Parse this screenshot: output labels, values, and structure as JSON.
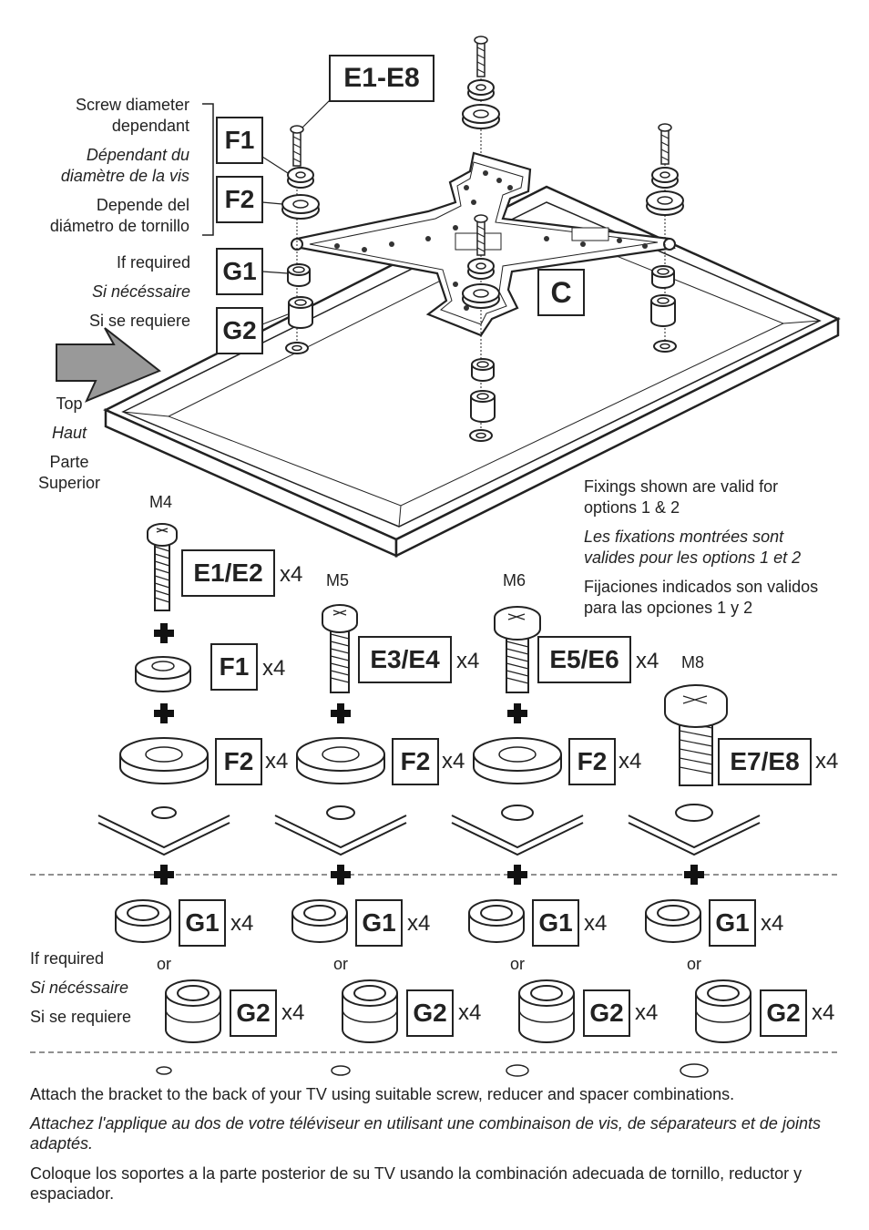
{
  "top_labels": {
    "tag_e_range": "E1-E8",
    "tag_f1": "F1",
    "tag_f2": "F2",
    "tag_g1": "G1",
    "tag_g2": "G2",
    "tag_c": "C",
    "screw_dep_en": "Screw diameter",
    "screw_dep_en2": "dependant",
    "screw_dep_fr": "Dépendant du",
    "screw_dep_fr2": "diamètre de la vis",
    "screw_dep_es": "Depende del",
    "screw_dep_es2": "diámetro de tornillo",
    "if_req_en": "If required",
    "if_req_fr": "Si nécéssaire",
    "if_req_es": "Si se requiere",
    "top_en": "Top",
    "top_fr": "Haut",
    "top_es": "Parte",
    "top_es2": "Superior"
  },
  "fixings_note": {
    "en1": "Fixings shown are valid for",
    "en2": "options 1 & 2",
    "fr1": "Les fixations montrées sont",
    "fr2": "valides pour les options 1 et 2",
    "es1": "Fijaciones indicados son validos",
    "es2": "para las opciones 1 y 2"
  },
  "columns": [
    {
      "size": "M4",
      "screw_tag": "E1/E2",
      "screw_qty": "x4",
      "f1_tag": "F1",
      "f1_qty": "x4",
      "f2_tag": "F2",
      "f2_qty": "x4",
      "g1_tag": "G1",
      "g1_qty": "x4",
      "or": "or",
      "g2_tag": "G2",
      "g2_qty": "x4"
    },
    {
      "size": "M5",
      "screw_tag": "E3/E4",
      "screw_qty": "x4",
      "f2_tag": "F2",
      "f2_qty": "x4",
      "g1_tag": "G1",
      "g1_qty": "x4",
      "or": "or",
      "g2_tag": "G2",
      "g2_qty": "x4"
    },
    {
      "size": "M6",
      "screw_tag": "E5/E6",
      "screw_qty": "x4",
      "f2_tag": "F2",
      "f2_qty": "x4",
      "g1_tag": "G1",
      "g1_qty": "x4",
      "or": "or",
      "g2_tag": "G2",
      "g2_qty": "x4"
    },
    {
      "size": "M8",
      "screw_tag": "E7/E8",
      "screw_qty": "x4",
      "g1_tag": "G1",
      "g1_qty": "x4",
      "or": "or",
      "g2_tag": "G2",
      "g2_qty": "x4"
    }
  ],
  "bottom_if_required": {
    "en": "If required",
    "fr": "Si nécéssaire",
    "es": "Si se requiere"
  },
  "instructions": {
    "en": "Attach the bracket to the back of your TV using suitable screw, reducer and spacer combinations.",
    "fr": "Attachez l'applique au dos de votre téléviseur en utilisant une combinaison de vis, de séparateurs et de joints adaptés.",
    "es": "Coloque los soportes a la parte posterior de su TV usando la combinación adecuada de tornillo, reductor y espaciador."
  }
}
